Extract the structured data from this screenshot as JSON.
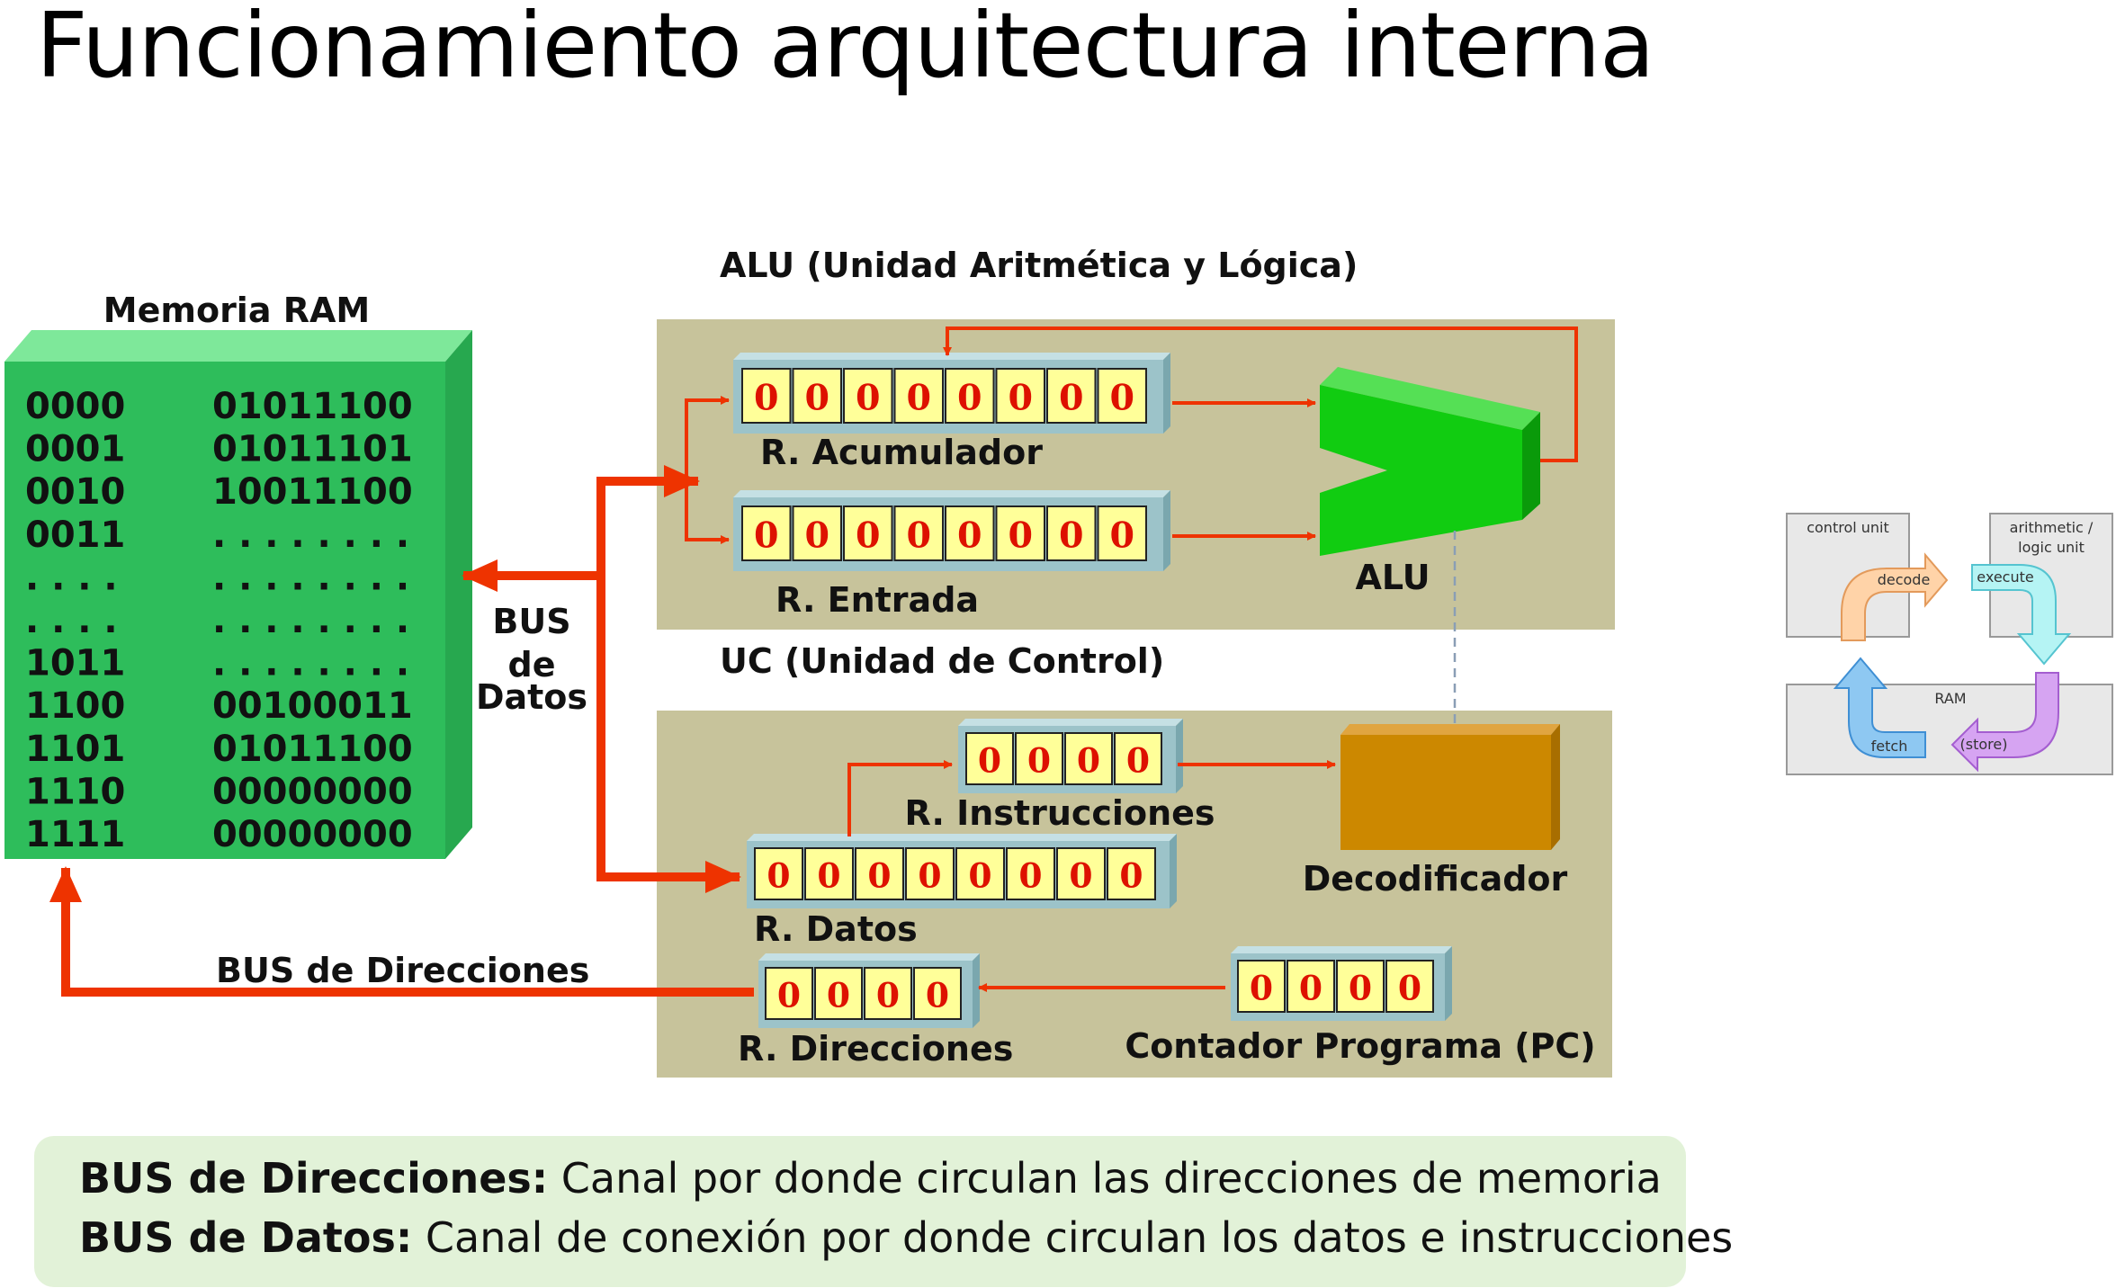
{
  "title": "Funcionamiento arquitectura interna",
  "ram": {
    "label": "Memoria RAM",
    "rows": [
      {
        "addr": "0000",
        "value": "01011100"
      },
      {
        "addr": "0001",
        "value": "01011101"
      },
      {
        "addr": "0010",
        "value": "10011100"
      },
      {
        "addr": "0011",
        "value": ". . . . . . . ."
      },
      {
        "addr": ". . . .",
        "value": ". . . . . . . ."
      },
      {
        "addr": ". . . .",
        "value": ". . . . . . . ."
      },
      {
        "addr": "1011",
        "value": ". . . . . . . ."
      },
      {
        "addr": "1100",
        "value": "00100011"
      },
      {
        "addr": "1101",
        "value": "01011100"
      },
      {
        "addr": "1110",
        "value": "00000000"
      },
      {
        "addr": "1111",
        "value": "00000000"
      }
    ]
  },
  "alu_section": {
    "label": "ALU (Unidad Aritmética y Lógica)",
    "acumulador": {
      "label": "R. Acumulador",
      "bits": [
        "0",
        "0",
        "0",
        "0",
        "0",
        "0",
        "0",
        "0"
      ]
    },
    "entrada": {
      "label": "R. Entrada",
      "bits": [
        "0",
        "0",
        "0",
        "0",
        "0",
        "0",
        "0",
        "0"
      ]
    },
    "alu_label": "ALU"
  },
  "uc_section": {
    "label": "UC (Unidad de Control)",
    "instrucciones": {
      "label": "R. Instrucciones",
      "bits": [
        "0",
        "0",
        "0",
        "0"
      ]
    },
    "datos": {
      "label": "R. Datos",
      "bits": [
        "0",
        "0",
        "0",
        "0",
        "0",
        "0",
        "0",
        "0"
      ]
    },
    "direcciones": {
      "label": "R. Direcciones",
      "bits": [
        "0",
        "0",
        "0",
        "0"
      ]
    },
    "pc": {
      "label": "Contador Programa (PC)",
      "bits": [
        "0",
        "0",
        "0",
        "0"
      ]
    },
    "decodificador": "Decodificador"
  },
  "bus_datos": {
    "line1": "BUS",
    "line2": "de",
    "line3": "Datos"
  },
  "bus_direcciones": "BUS de Direcciones",
  "cycle": {
    "control_unit": "control unit",
    "alu_line1": "arithmetic /",
    "alu_line2": "logic unit",
    "ram": "RAM",
    "decode": "decode",
    "execute": "execute",
    "fetch": "fetch",
    "store": "(store)"
  },
  "notes": [
    {
      "term": "BUS de Direcciones:",
      "text": " Canal por donde circulan las direcciones de memoria"
    },
    {
      "term": "BUS de Datos:",
      "text": " Canal de conexión por donde circulan los datos e instrucciones"
    }
  ],
  "colors": {
    "ram_green": "#2ebd5b",
    "panel_khaki": "#c7c39b",
    "register_cell": "#ffff99",
    "bit_red": "#dd1100",
    "bus_red": "#ee3300",
    "alu_green": "#11cc11",
    "decoder_orange": "#cc8800"
  }
}
